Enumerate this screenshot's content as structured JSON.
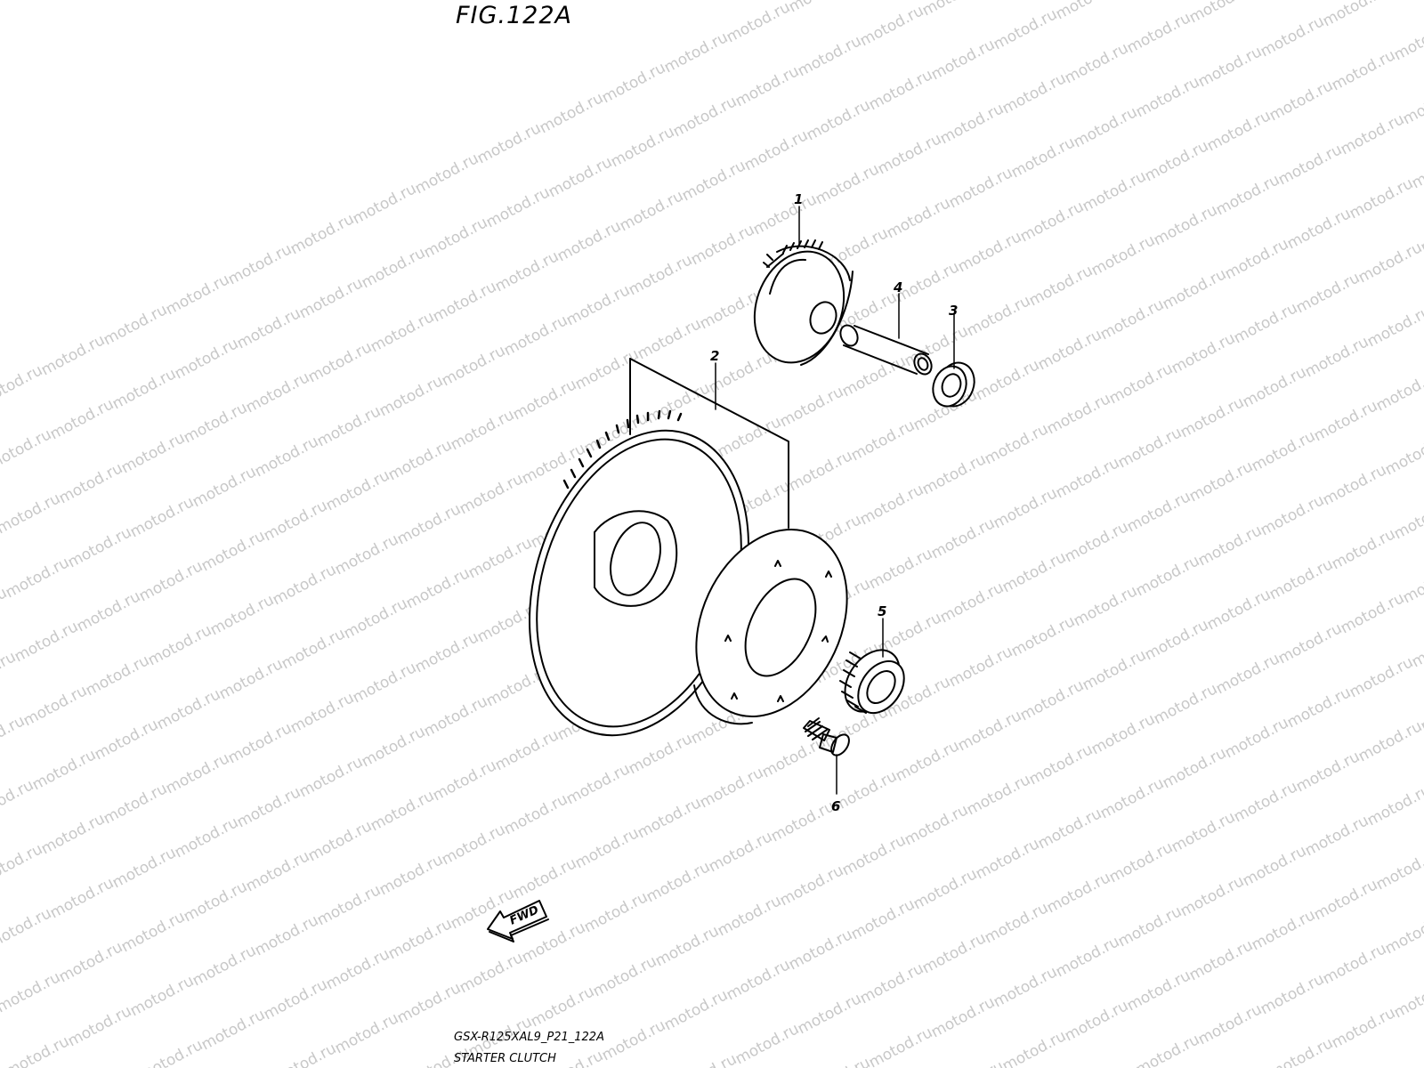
{
  "figure": {
    "title": "FIG.122A",
    "code": "GSX-R125XAL9_P21_122A",
    "name": "STARTER CLUTCH"
  },
  "watermark": {
    "text": "motod.ru",
    "color": "#c8c8c8"
  },
  "callouts": [
    "1",
    "2",
    "3",
    "4",
    "5",
    "6"
  ],
  "direction_badge": "FWD"
}
